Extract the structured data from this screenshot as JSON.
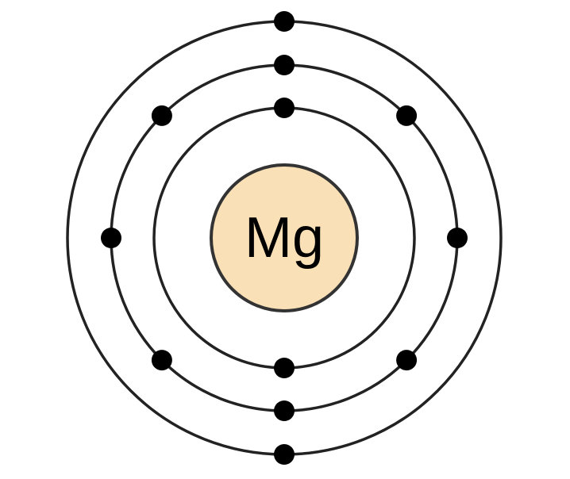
{
  "diagram": {
    "element_symbol": "Mg",
    "nucleus_color": "#f9e0b6",
    "electron_color": "#000000",
    "shells": [
      {
        "name": "shell-1",
        "electrons": 2
      },
      {
        "name": "shell-2",
        "electrons": 8
      },
      {
        "name": "shell-3",
        "electrons": 2
      }
    ]
  }
}
